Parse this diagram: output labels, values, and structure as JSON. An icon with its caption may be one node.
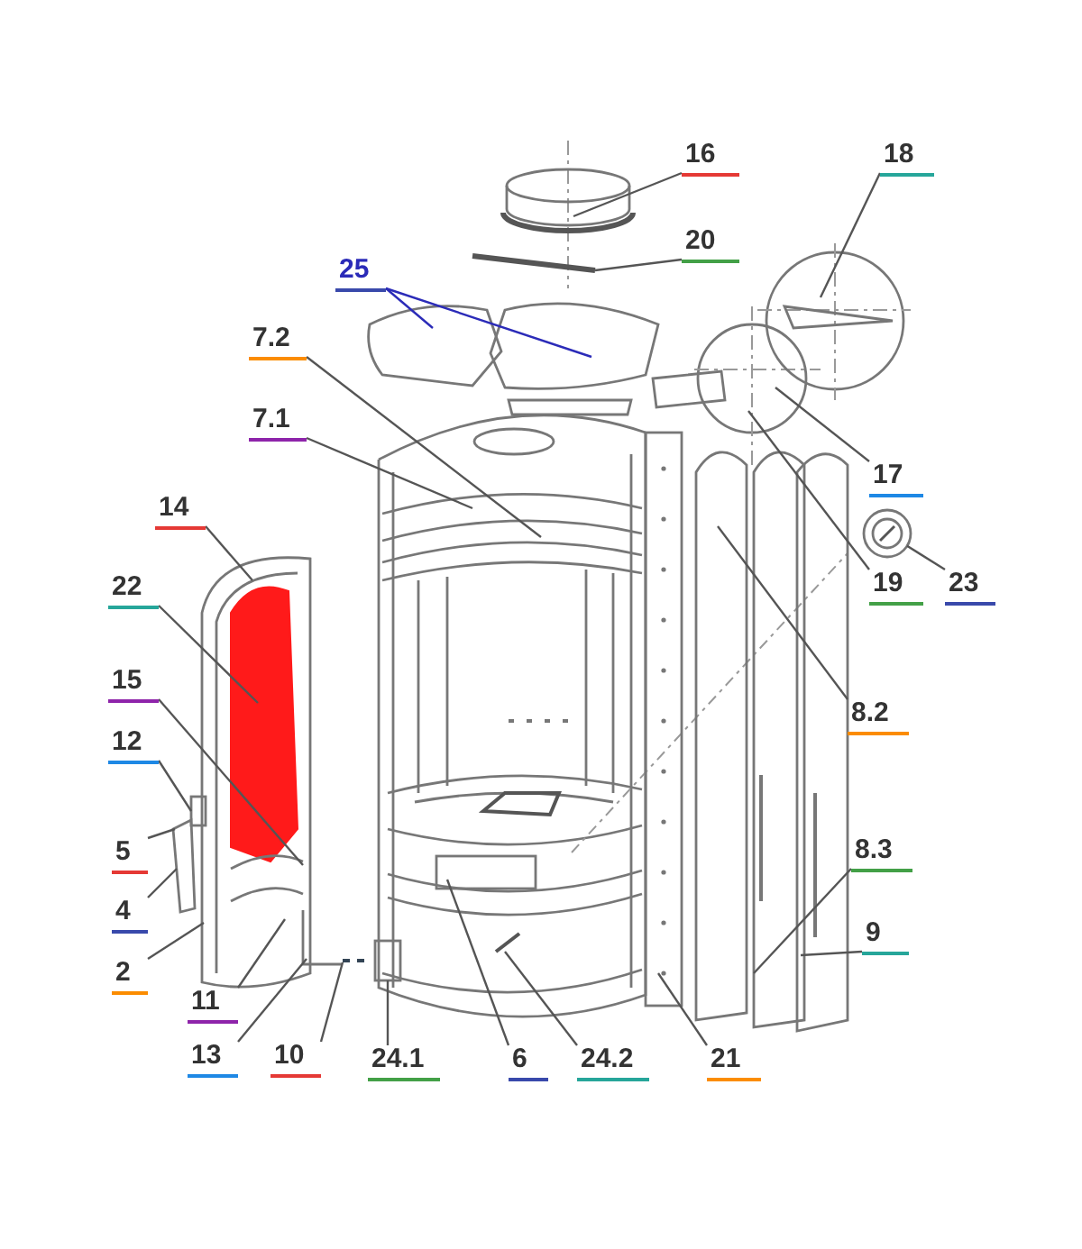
{
  "diagram": {
    "nodes": [
      {
        "text": [
          "16"
        ]
      },
      {
        "text": [
          "20"
        ]
      },
      {
        "text": [
          "25"
        ]
      },
      {
        "text": [
          "18"
        ]
      },
      {
        "text": [
          "7.2"
        ]
      },
      {
        "text": [
          "7.1"
        ]
      },
      {
        "text": [
          "17"
        ]
      },
      {
        "text": [
          "14"
        ]
      },
      {
        "text": [
          "19"
        ]
      },
      {
        "text": [
          "23"
        ]
      },
      {
        "text": [
          "22"
        ]
      },
      {
        "text": [
          "8.2"
        ]
      },
      {
        "text": [
          "15"
        ]
      },
      {
        "text": [
          "12"
        ]
      },
      {
        "text": [
          "5"
        ]
      },
      {
        "text": [
          "8.3"
        ]
      },
      {
        "text": [
          "4"
        ]
      },
      {
        "text": [
          "9"
        ]
      },
      {
        "text": [
          "2"
        ]
      },
      {
        "text": [
          "11"
        ]
      },
      {
        "text": [
          "13"
        ]
      },
      {
        "text": [
          "10"
        ]
      },
      {
        "text": [
          "24.1"
        ]
      },
      {
        "text": [
          "6"
        ]
      },
      {
        "text": [
          "24.2"
        ]
      },
      {
        "text": [
          "21"
        ]
      },
      {
        "text": [],
        "shape": "circle"
      },
      {
        "text": [],
        "shape": "box"
      },
      {
        "text": [],
        "shape": "bar"
      }
    ],
    "edges": [
      {
        "from": 0,
        "to": null,
        "arrow": "none"
      },
      {
        "from": 1,
        "to": null,
        "arrow": "none"
      },
      {
        "from": 2,
        "to": null,
        "arrow": "none",
        "color": "#2b2bb8"
      },
      {
        "from": 2,
        "to": null,
        "arrow": "none",
        "color": "#2b2bb8"
      },
      {
        "from": 3,
        "to": null,
        "arrow": "none"
      },
      {
        "from": 4,
        "to": null,
        "arrow": "none"
      },
      {
        "from": 5,
        "to": null,
        "arrow": "none"
      },
      {
        "from": 6,
        "to": null,
        "arrow": "none"
      },
      {
        "from": 7,
        "to": null,
        "arrow": "none"
      },
      {
        "from": 8,
        "to": null,
        "arrow": "none"
      },
      {
        "from": 9,
        "to": 26,
        "arrow": "none"
      },
      {
        "from": 10,
        "to": null,
        "arrow": "none"
      },
      {
        "from": 11,
        "to": null,
        "arrow": "none"
      },
      {
        "from": 12,
        "to": null,
        "arrow": "none"
      },
      {
        "from": 13,
        "to": null,
        "arrow": "none"
      },
      {
        "from": 14,
        "to": null,
        "arrow": "none"
      },
      {
        "from": 15,
        "to": null,
        "arrow": "none"
      },
      {
        "from": 16,
        "to": null,
        "arrow": "none"
      },
      {
        "from": 17,
        "to": null,
        "arrow": "none"
      },
      {
        "from": 18,
        "to": null,
        "arrow": "none"
      },
      {
        "from": 19,
        "to": null,
        "arrow": "none"
      },
      {
        "from": 20,
        "to": null,
        "arrow": "none"
      },
      {
        "from": 21,
        "to": 28,
        "arrow": "none"
      },
      {
        "from": 22,
        "to": 27,
        "arrow": "none"
      },
      {
        "from": 23,
        "to": null,
        "arrow": "none"
      },
      {
        "from": 24,
        "to": null,
        "arrow": "none"
      },
      {
        "from": 25,
        "to": null,
        "arrow": "none"
      }
    ]
  }
}
